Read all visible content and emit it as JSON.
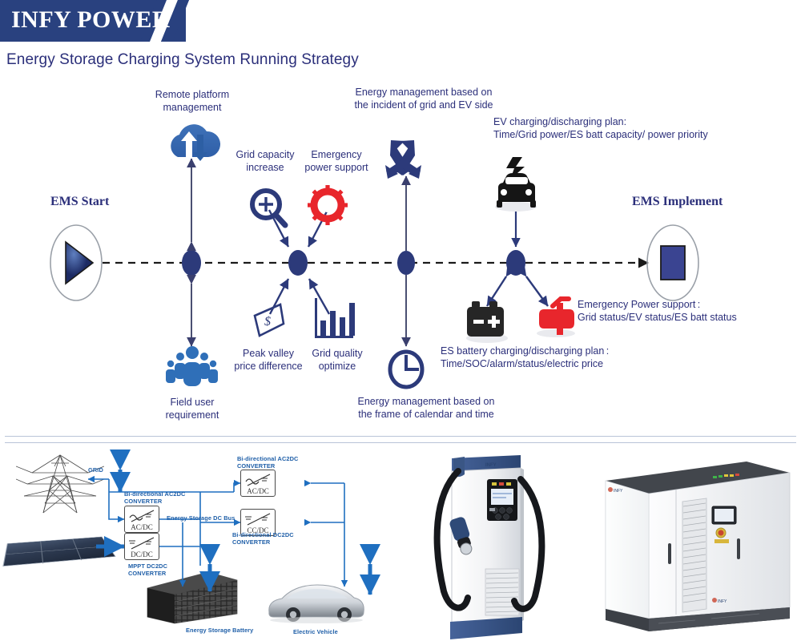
{
  "header": {
    "brand": "INFY POWER",
    "brand_color": "#29417f"
  },
  "page_title": "Energy Storage Charging System Running  Strategy",
  "strategy": {
    "start_label": "EMS Start",
    "end_label": "EMS Implement",
    "nodes": [
      {
        "id": "remote-platform",
        "top_label": "Remote platform\nmanagement",
        "bottom_label": "Field user\nrequirement",
        "top_icon": "cloud-sync-icon",
        "bottom_icon": "users-group-icon"
      },
      {
        "id": "grid-emergency",
        "top_label_a": "Grid capacity\nincrease",
        "top_label_b": "Emergency\npower support",
        "bottom_label_a": "Peak valley\nprice difference",
        "bottom_label_b": "Grid quality\noptimize",
        "icon_a": "magnifier-plus-icon",
        "icon_b": "gear-icon",
        "icon_c": "money-bill-icon",
        "icon_d": "bar-chart-icon"
      },
      {
        "id": "incident-based",
        "top_label": "Energy management based on\nthe incident of grid and EV side",
        "bottom_label": "Energy management based on\nthe frame of  calendar and time",
        "top_icon": "crossed-arrows-icon",
        "bottom_icon": "clock-icon"
      },
      {
        "id": "ev-plan",
        "top_label": "EV charging/discharging plan:\nTime/Grid power/ES batt capacity/ power priority",
        "bottom_label_a": "ES battery charging/discharging plan :\nTime/SOC/alarm/status/electric price",
        "bottom_label_b": "Emergency Power support :\nGrid status/EV status/ES batt status",
        "top_icon": "ev-car-charging-icon",
        "icon_a": "battery-icon",
        "icon_b": "power-plug-icon"
      }
    ],
    "colors": {
      "text": "#2b2f7a",
      "node": "#2c3a7a",
      "accent_blue": "#2f5fa8",
      "accent_red": "#e8262c"
    }
  },
  "architecture": {
    "labels": {
      "grid": "GRID",
      "ac2dc_top": "Bi-directional AC2DC\nCONVERTER",
      "ac2dc_left": "Bi-directional AC2DC\nCONVERTER",
      "mppt": "MPPT DC2DC\nCONVERTER",
      "dc_bus": "Energy Storage DC Bus",
      "dc2dc_right": "Bi-directional DC2DC\nCONVERTER",
      "battery": "Energy Storage Battery",
      "ev": "Electric Vehicle"
    },
    "converters": [
      {
        "id": "ac-dc-top",
        "caption": "AC/DC"
      },
      {
        "id": "ac-dc-left",
        "caption": "AC/DC"
      },
      {
        "id": "dc-dc-mppt",
        "caption": "DC/DC"
      },
      {
        "id": "dc-dc-right",
        "caption": "CC/DC"
      }
    ],
    "line_color": "#1f6fc0",
    "label_color": "#1f5fa8",
    "photos": [
      {
        "id": "transmission-tower-photo",
        "name": "transmission-tower"
      },
      {
        "id": "solar-array-photo",
        "name": "solar-array"
      },
      {
        "id": "battery-rack-photo",
        "name": "battery-rack"
      },
      {
        "id": "electric-vehicle-photo",
        "name": "electric-vehicle"
      },
      {
        "id": "ev-charger-product-photo",
        "name": "dc-fast-charger"
      },
      {
        "id": "energy-storage-cabinet-photo",
        "name": "energy-storage-cabinet"
      }
    ]
  }
}
